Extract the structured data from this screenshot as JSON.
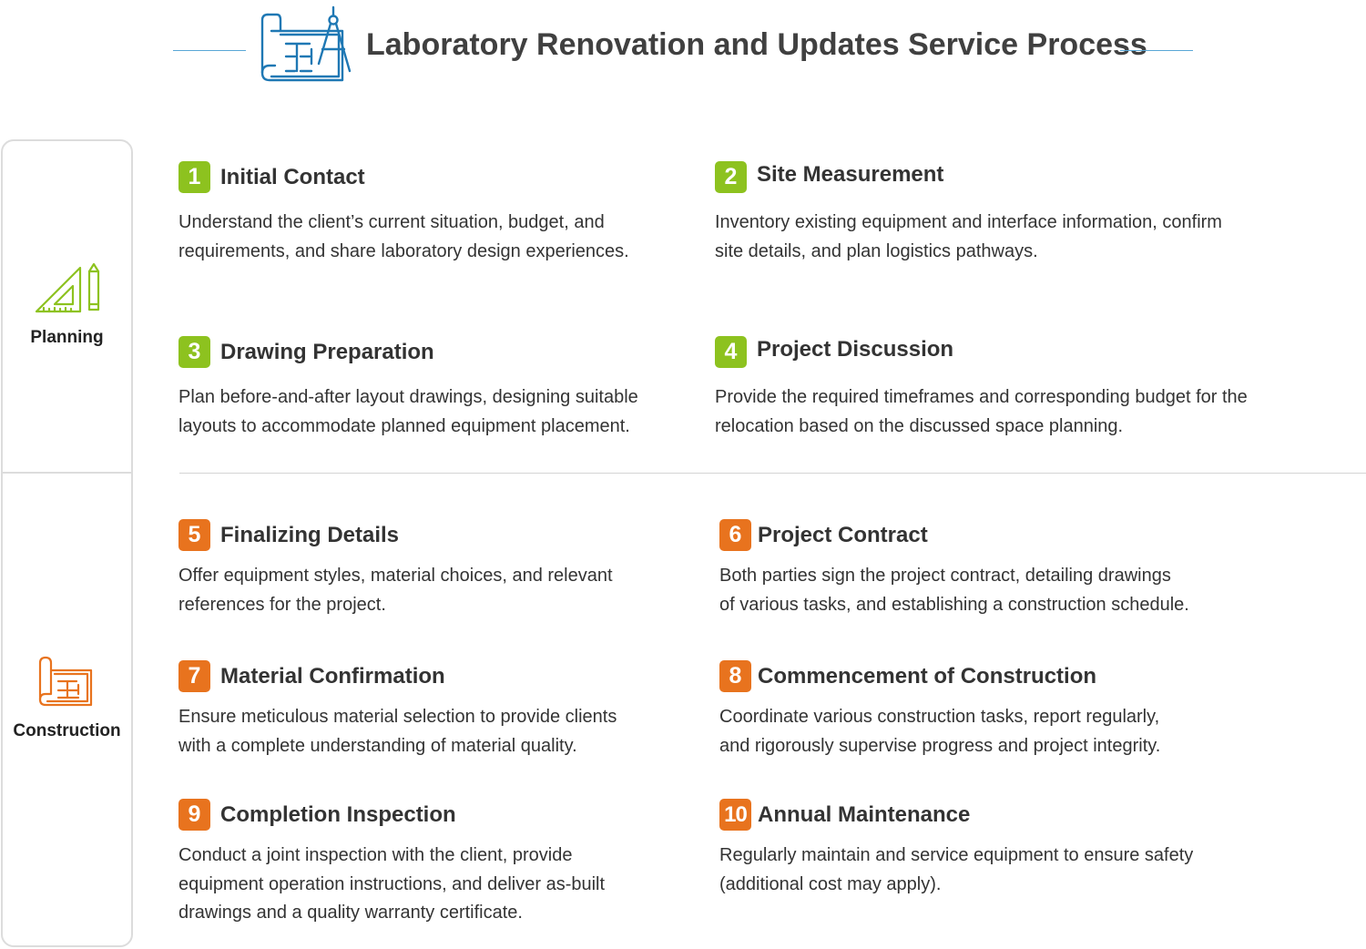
{
  "header": {
    "title": "Laboratory Renovation and Updates Service Process",
    "icon": "blueprint-compass-icon",
    "accent_color": "#1f78b4"
  },
  "phases": [
    {
      "label": "Planning",
      "icon": "triangle-ruler-pencil-icon",
      "color": "#8dc21f"
    },
    {
      "label": "Construction",
      "icon": "blueprint-icon",
      "color": "#e8731e"
    }
  ],
  "steps": [
    {
      "number": "1",
      "title": "Initial Contact",
      "description": "Understand the client’s current situation, budget, and\nrequirements, and share laboratory design experiences.",
      "phase": "Planning"
    },
    {
      "number": "2",
      "title": "Site Measurement",
      "description": "Inventory existing equipment and interface information, confirm\nsite details, and plan logistics pathways.",
      "phase": "Planning"
    },
    {
      "number": "3",
      "title": "Drawing Preparation",
      "description": "Plan before-and-after layout drawings, designing suitable\nlayouts to accommodate planned equipment placement.",
      "phase": "Planning"
    },
    {
      "number": "4",
      "title": "Project Discussion",
      "description": "Provide the required timeframes and corresponding budget for the\nrelocation based on the discussed space planning.",
      "phase": "Planning"
    },
    {
      "number": "5",
      "title": "Finalizing Details",
      "description": "Offer equipment styles, material choices, and relevant\nreferences for the project.",
      "phase": "Construction"
    },
    {
      "number": "6",
      "title": "Project Contract",
      "description": "Both parties sign the project contract, detailing drawings\nof various tasks, and establishing a construction schedule.",
      "phase": "Construction"
    },
    {
      "number": "7",
      "title": "Material Confirmation",
      "description": "Ensure meticulous material selection to provide clients\nwith a complete understanding of material quality.",
      "phase": "Construction"
    },
    {
      "number": "8",
      "title": "Commencement of Construction",
      "description": "Coordinate various construction tasks, report regularly,\nand rigorously supervise progress and project integrity.",
      "phase": "Construction"
    },
    {
      "number": "9",
      "title": "Completion Inspection",
      "description": "Conduct a joint inspection with the client, provide\nequipment operation instructions, and deliver as-built\ndrawings and a quality warranty certificate.",
      "phase": "Construction"
    },
    {
      "number": "10",
      "title": "Annual Maintenance",
      "description": "Regularly maintain and service equipment to ensure safety\n(additional cost may apply).",
      "phase": "Construction"
    }
  ]
}
